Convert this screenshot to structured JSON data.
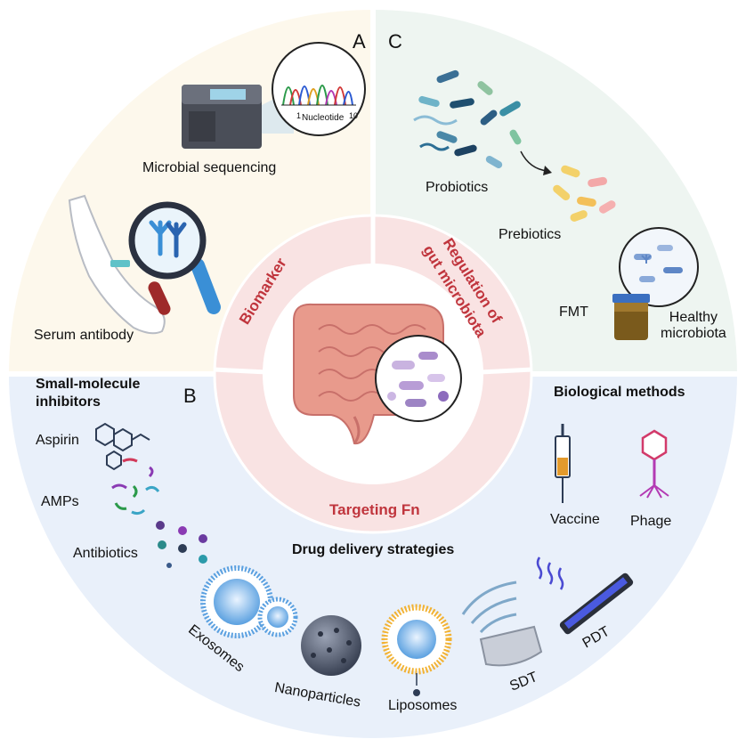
{
  "panels": {
    "a": "A",
    "b": "B",
    "c": "C"
  },
  "ring": {
    "biomarker": "Biomarker",
    "regulation_line1": "Regulation of",
    "regulation_line2": "gut microbiota",
    "targeting": "Targeting  Fn"
  },
  "sequencing": {
    "nucleotide": "Nucleotide",
    "axis_start": "1",
    "axis_end": "10",
    "label": "Microbial sequencing"
  },
  "serum": {
    "label": "Serum antibody"
  },
  "regulation": {
    "probiotics": "Probiotics",
    "prebiotics": "Prebiotics",
    "fmt": "FMT",
    "healthy_line1": "Healthy",
    "healthy_line2": "microbiota"
  },
  "small_molecule": {
    "title_line1": "Small-molecule",
    "title_line2": "inhibitors",
    "aspirin": "Aspirin",
    "amps": "AMPs",
    "antibiotics": "Antibiotics"
  },
  "biological": {
    "title": "Biological methods",
    "vaccine": "Vaccine",
    "phage": "Phage"
  },
  "delivery": {
    "title": "Drug delivery strategies",
    "exosomes": "Exosomes",
    "nanoparticles": "Nanoparticles",
    "liposomes": "Liposomes",
    "sdt": "SDT",
    "pdt": "PDT"
  }
}
